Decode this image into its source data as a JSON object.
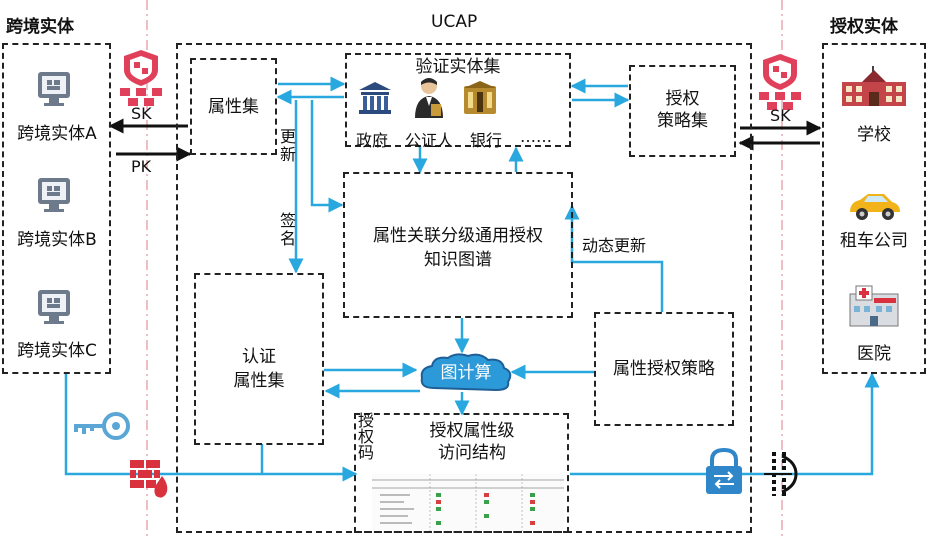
{
  "left_entity": {
    "title": "跨境实体",
    "items": [
      "跨境实体A",
      "跨境实体B",
      "跨境实体C"
    ]
  },
  "center": {
    "title": "UCAP",
    "attr_set": "属性集",
    "verify_set": {
      "title": "验证实体集",
      "items": [
        "政府",
        "公证人",
        "银行",
        "……"
      ]
    },
    "auth_policy_set": [
      "授权",
      "策略集"
    ],
    "knowledge_graph": [
      "属性关联分级通用授权",
      "知识图谱"
    ],
    "cert_attr_set": [
      "认证",
      "属性集"
    ],
    "graph_compute": "图计算",
    "attr_auth_policy": "属性授权策略",
    "auth_access_struct": [
      "授权属性级",
      "访问结构"
    ],
    "auth_code": "授权码",
    "update_label": "更新",
    "sign_label": "签名",
    "dynamic_update": "动态更新"
  },
  "right_entity": {
    "title": "授权实体",
    "items": [
      "学校",
      "租车公司",
      "医院"
    ]
  },
  "keys": {
    "sk_left": "SK",
    "pk_left": "PK",
    "sk_right": "SK"
  },
  "colors": {
    "flow_blue": "#29a8e0",
    "key_arrow": "#111111",
    "firewall_red": "#d9323e",
    "lock_blue": "#2f86c8",
    "divider_pink": "#e8a8b0"
  }
}
